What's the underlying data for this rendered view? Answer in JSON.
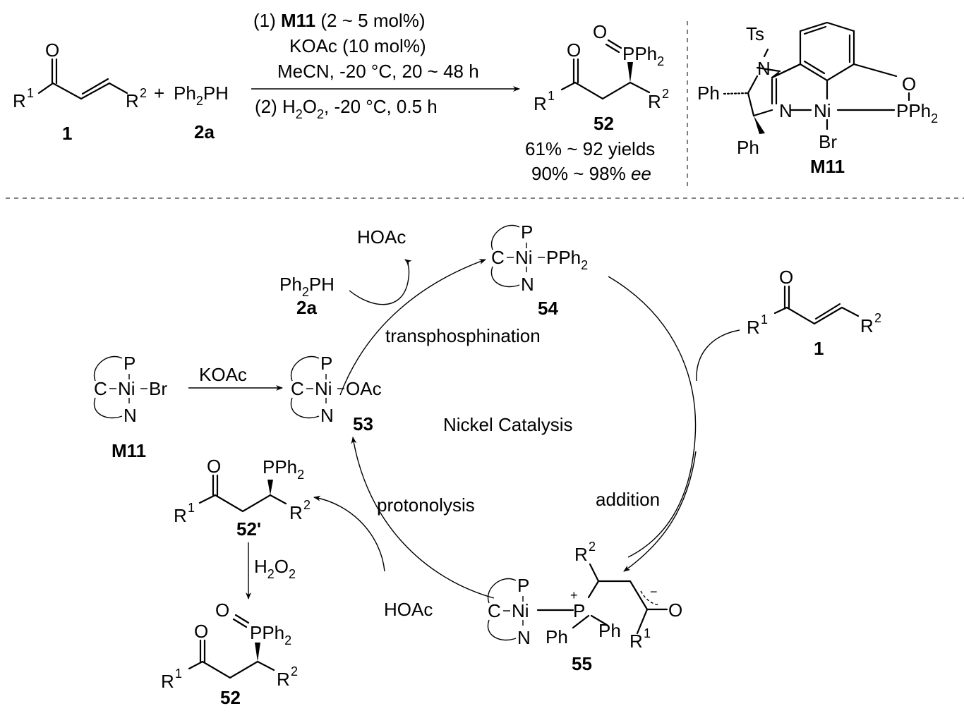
{
  "top_scheme": {
    "reactant1": {
      "R1": "R",
      "R1_sup": "1",
      "O": "O",
      "R2": "R",
      "R2_sup": "2",
      "label": "1"
    },
    "plus": "+",
    "reactant2": {
      "text_a": "Ph",
      "text_sub": "2",
      "text_b": "PH",
      "label": "2a"
    },
    "conditions": {
      "line1_prefix": "(1) ",
      "line1_bold": "M11",
      "line1_suffix": " (2 ~ 5 mol%)",
      "line2": "KOAc (10 mol%)",
      "line3": "MeCN, -20 °C, 20 ~ 48 h",
      "line4_a": "(2) H",
      "line4_sub1": "2",
      "line4_b": "O",
      "line4_sub2": "2",
      "line4_c": ", -20 °C, 0.5 h"
    },
    "product": {
      "O_keto": "O",
      "O_phos": "O",
      "P": "PPh",
      "P_sub": "2",
      "R1": "R",
      "R1_sup": "1",
      "R2": "R",
      "R2_sup": "2",
      "label": "52",
      "yield": "61% ~ 92 yields",
      "ee_prefix": "90% ~ 98% ",
      "ee_italic": "ee"
    },
    "catalyst": {
      "Ts": "Ts",
      "N1": "N",
      "N2": "N",
      "Ni": "Ni",
      "O": "O",
      "P": "PPh",
      "P_sub": "2",
      "Br": "Br",
      "Ph1": "Ph",
      "Ph2": "Ph",
      "label": "M11"
    }
  },
  "cycle": {
    "center_label": "Nickel Catalysis",
    "steps": {
      "transphosphination": "transphosphination",
      "addition": "addition",
      "protonolysis": "protonolysis"
    },
    "reagents": {
      "hoac_top": "HOAc",
      "ph2ph_a": "Ph",
      "ph2ph_sub": "2",
      "ph2ph_b": "PH",
      "ph2ph_label": "2a",
      "kOAc": "KOAc",
      "hoac_bottom": "HOAc",
      "h2o2_a": "H",
      "h2o2_sub1": "2",
      "h2o2_b": "O",
      "h2o2_sub2": "2"
    },
    "species": {
      "M11": {
        "P": "P",
        "C": "C",
        "Ni": "Ni",
        "N": "N",
        "ligand": "Br",
        "label": "M11"
      },
      "s53": {
        "P": "P",
        "C": "C",
        "Ni": "Ni",
        "N": "N",
        "ligand": "OAc",
        "label": "53"
      },
      "s54": {
        "P": "P",
        "C": "C",
        "Ni": "Ni",
        "N": "N",
        "ligand": "PPh",
        "ligand_sub": "2",
        "label": "54"
      },
      "s55": {
        "P": "P",
        "C": "C",
        "Ni": "Ni",
        "N": "N",
        "Pplus": "P",
        "plus": "+",
        "Ph1": "Ph",
        "Ph2": "Ph",
        "R2": "R",
        "R2_sup": "2",
        "O": "O",
        "R1": "R",
        "R1_sup": "1",
        "minus": "−",
        "label": "55"
      },
      "enone": {
        "O": "O",
        "R1": "R",
        "R1_sup": "1",
        "R2": "R",
        "R2_sup": "2",
        "label": "1"
      },
      "s52p": {
        "O": "O",
        "P": "PPh",
        "P_sub": "2",
        "R1": "R",
        "R1_sup": "1",
        "R2": "R",
        "R2_sup": "2",
        "label": "52'"
      },
      "s52": {
        "O_keto": "O",
        "O_phos": "O",
        "P": "PPh",
        "P_sub": "2",
        "R1": "R",
        "R1_sup": "1",
        "R2": "R",
        "R2_sup": "2",
        "label": "52"
      }
    }
  }
}
